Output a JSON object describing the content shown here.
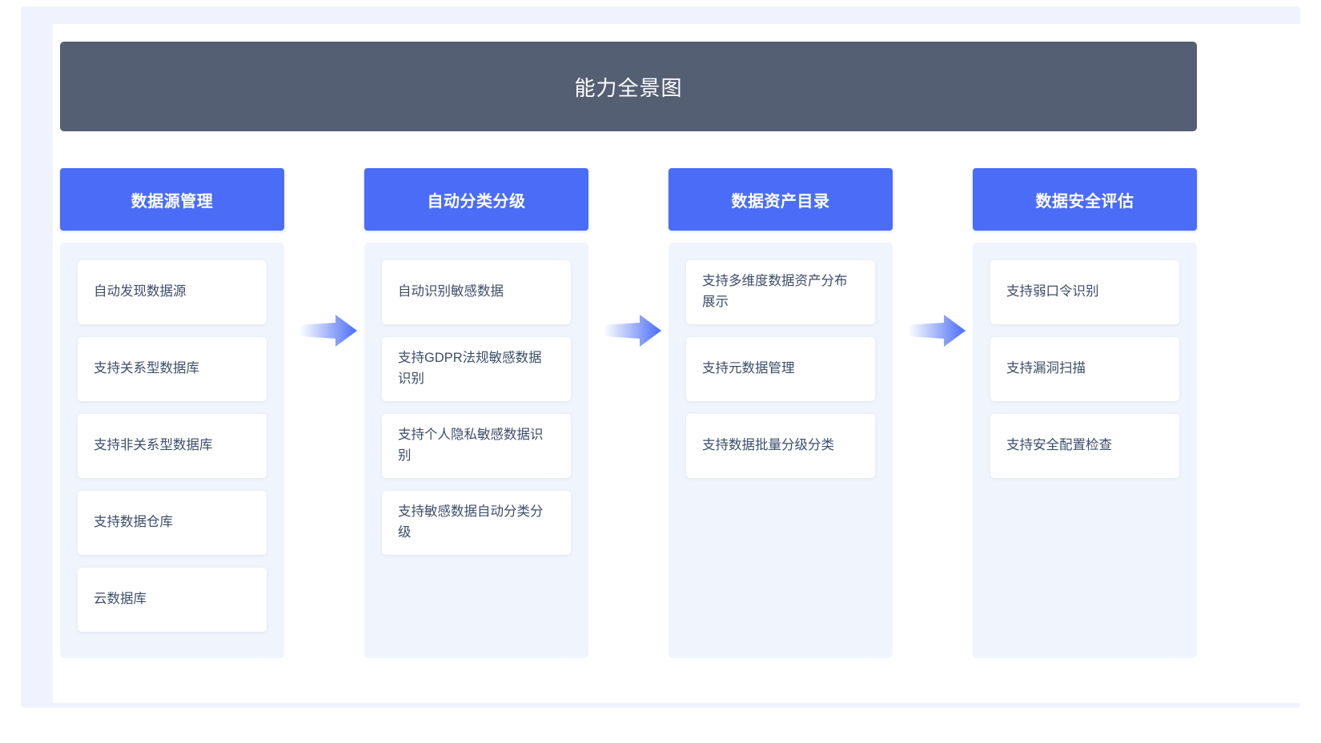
{
  "diagram": {
    "title": "能力全景图",
    "colors": {
      "header_bar": "#555f73",
      "column_header": "#4a6cf7",
      "column_body": "#f0f4fd",
      "card_text": "#3d4d6b",
      "outer_frame": "#f0f3fd",
      "arrow_gradient_end": "#4a6cf7"
    },
    "columns": [
      {
        "header": "数据源管理",
        "cards": [
          "自动发现数据源",
          "支持关系型数据库",
          "支持非关系型数据库",
          "支持数据仓库",
          "云数据库"
        ]
      },
      {
        "header": "自动分类分级",
        "cards": [
          "自动识别敏感数据",
          "支持GDPR法规敏感数据识别",
          "支持个人隐私敏感数据识别",
          "支持敏感数据自动分类分级"
        ]
      },
      {
        "header": "数据资产目录",
        "cards": [
          "支持多维度数据资产分布展示",
          "支持元数据管理",
          "支持数据批量分级分类"
        ]
      },
      {
        "header": "数据安全评估",
        "cards": [
          "支持弱口令识别",
          "支持漏洞扫描",
          "支持安全配置检查"
        ]
      }
    ],
    "arrows": [
      {
        "name": "arrow-col1-to-col2"
      },
      {
        "name": "arrow-col2-to-col3"
      },
      {
        "name": "arrow-col3-to-col4"
      }
    ]
  }
}
